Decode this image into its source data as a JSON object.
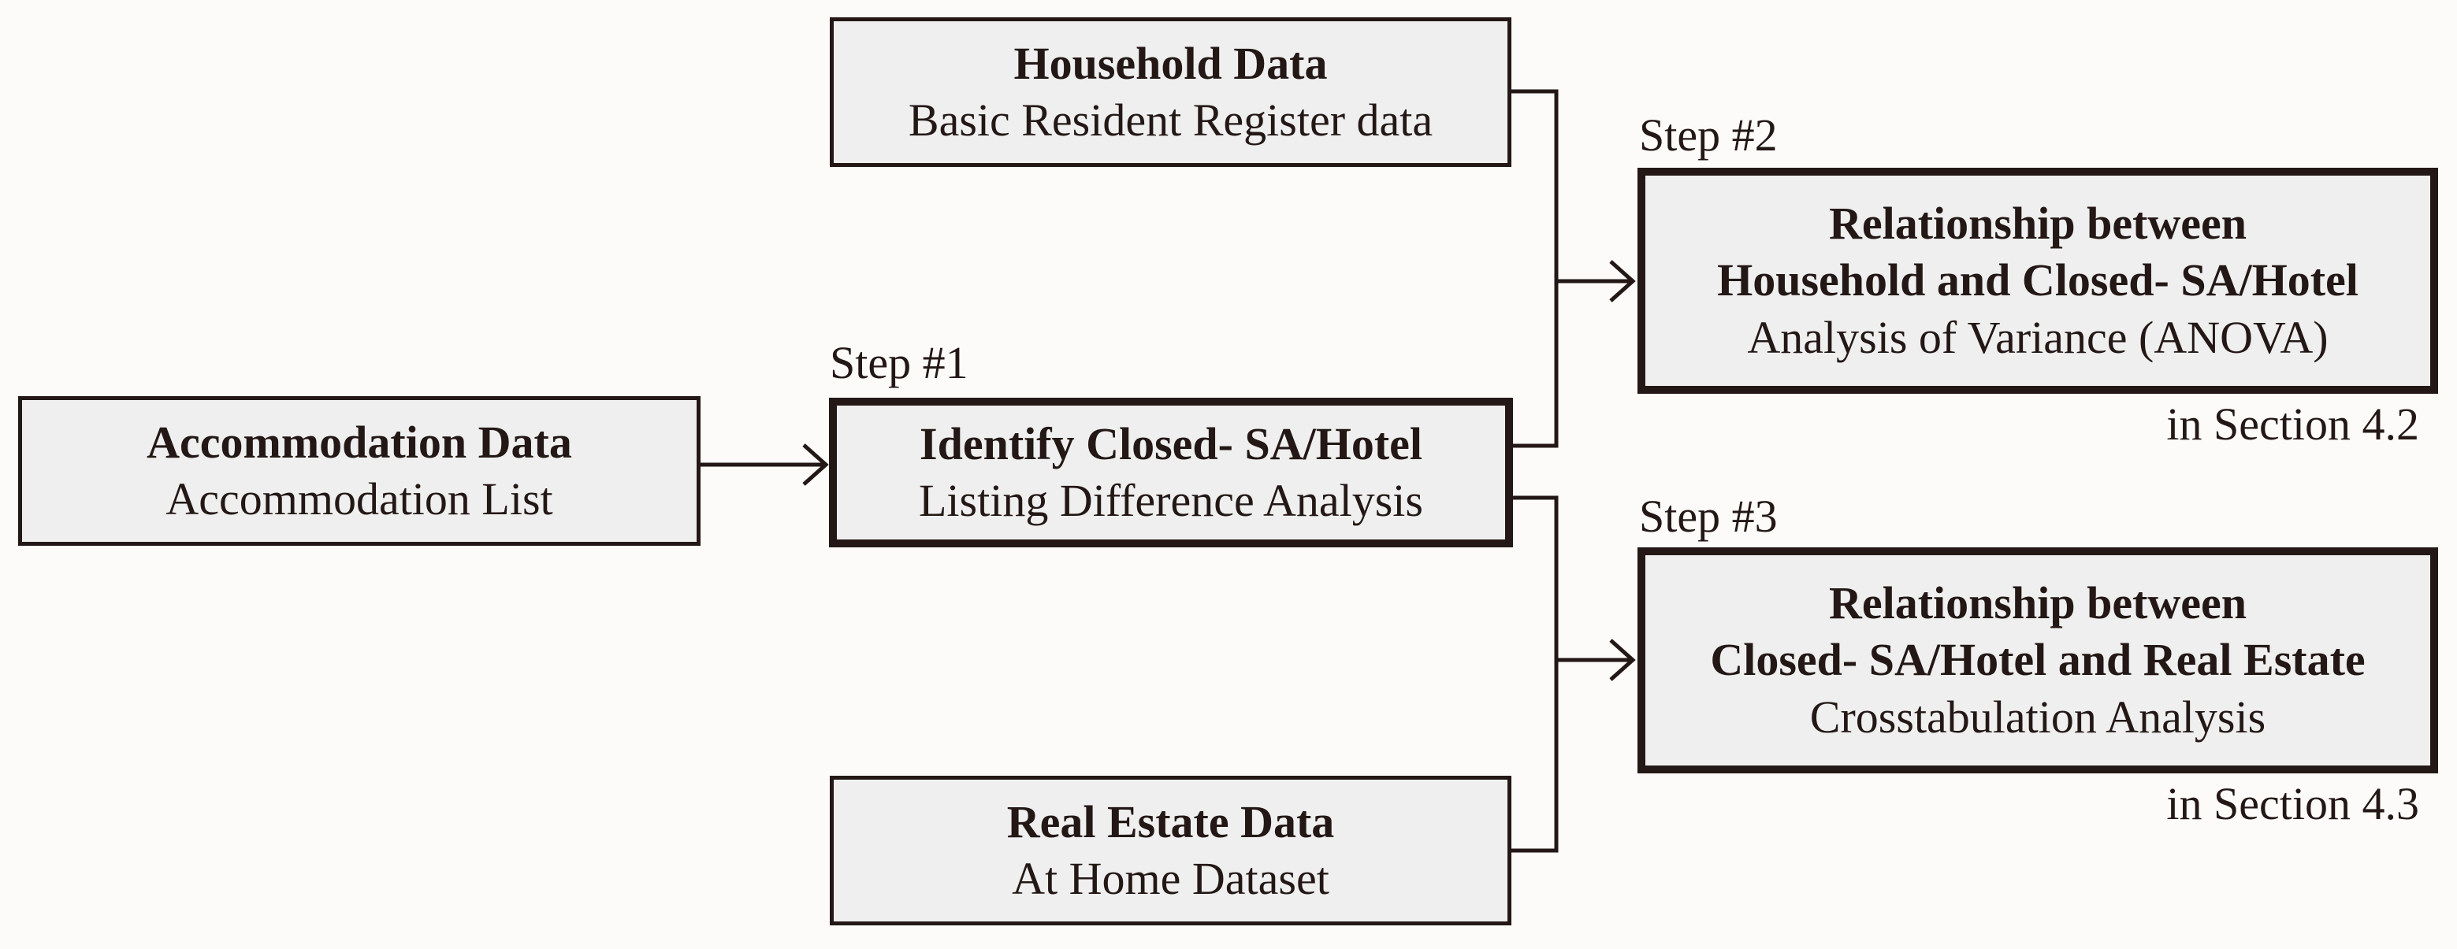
{
  "accommodation": {
    "title": "Accommodation Data",
    "subtitle": "Accommodation List"
  },
  "household": {
    "title": "Household Data",
    "subtitle": "Basic Resident Register data"
  },
  "real_estate": {
    "title": "Real Estate Data",
    "subtitle": "At Home Dataset"
  },
  "step1": {
    "label": "Step #1",
    "title": "Identify Closed- SA/Hotel",
    "subtitle": "Listing Difference Analysis"
  },
  "step2": {
    "label": "Step #2",
    "title_line1": "Relationship between",
    "title_line2": "Household and Closed- SA/Hotel",
    "subtitle": "Analysis of Variance (ANOVA)",
    "section": "in Section 4.2"
  },
  "step3": {
    "label": "Step #3",
    "title_line1": "Relationship between",
    "title_line2": "Closed- SA/Hotel and Real Estate",
    "subtitle": "Crosstabulation Analysis",
    "section": "in Section 4.3"
  },
  "colors": {
    "line": "#231815",
    "box_fill": "#efefef",
    "background": "#fcfbfa"
  }
}
